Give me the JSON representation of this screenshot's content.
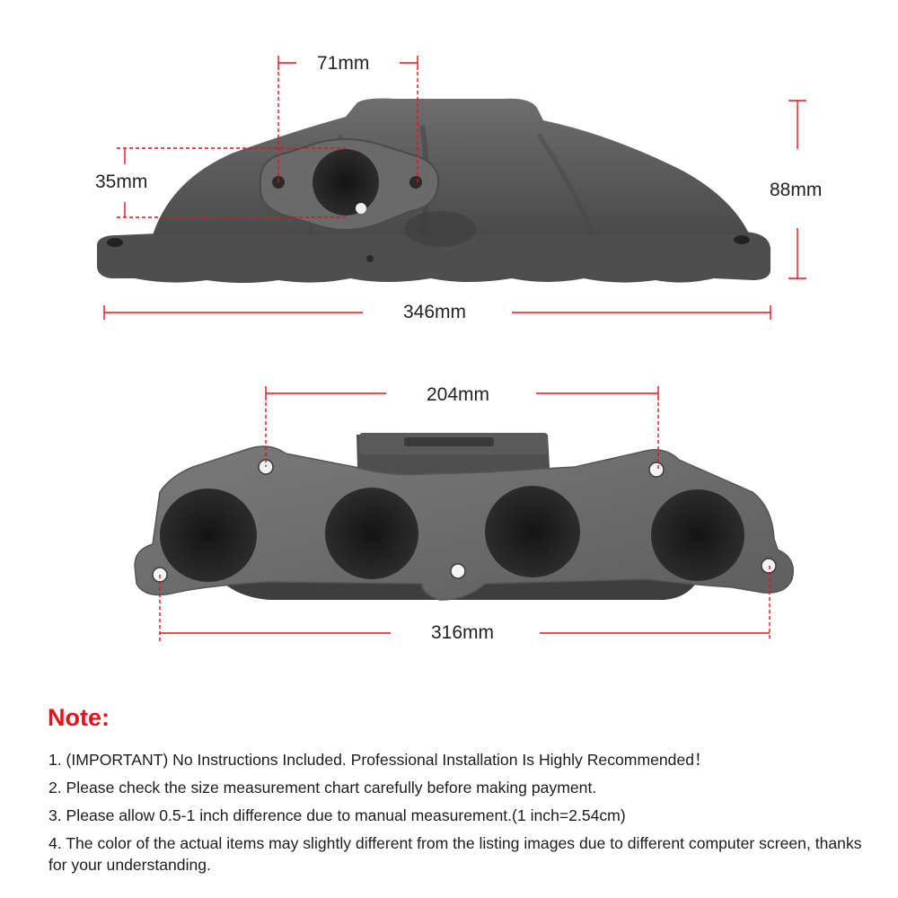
{
  "dimensions": {
    "bolt_spacing": "71mm",
    "port_height": "35mm",
    "total_height": "88mm",
    "total_length": "346mm",
    "outer_bolt_spacing": "204mm",
    "flange_bolt_spacing": "316mm"
  },
  "note": {
    "title": "Note:",
    "items": [
      "1. (IMPORTANT) No Instructions Included. Professional Installation Is Highly Recommended！",
      "2. Please check the size measurement chart carefully before making payment.",
      "3. Please allow 0.5-1 inch difference due to manual measurement.(1 inch=2.54cm)",
      "4. The color of the actual items may slightly different from the listing images due to different computer screen, thanks for your understanding."
    ]
  },
  "colors": {
    "dimension_line": "#e8101a",
    "note_title": "#e8101a",
    "metal": "#5c5c5c"
  },
  "icons": {
    "product_top": "cast-exhaust-manifold-top-view",
    "product_bottom": "cast-exhaust-manifold-flange-view"
  }
}
